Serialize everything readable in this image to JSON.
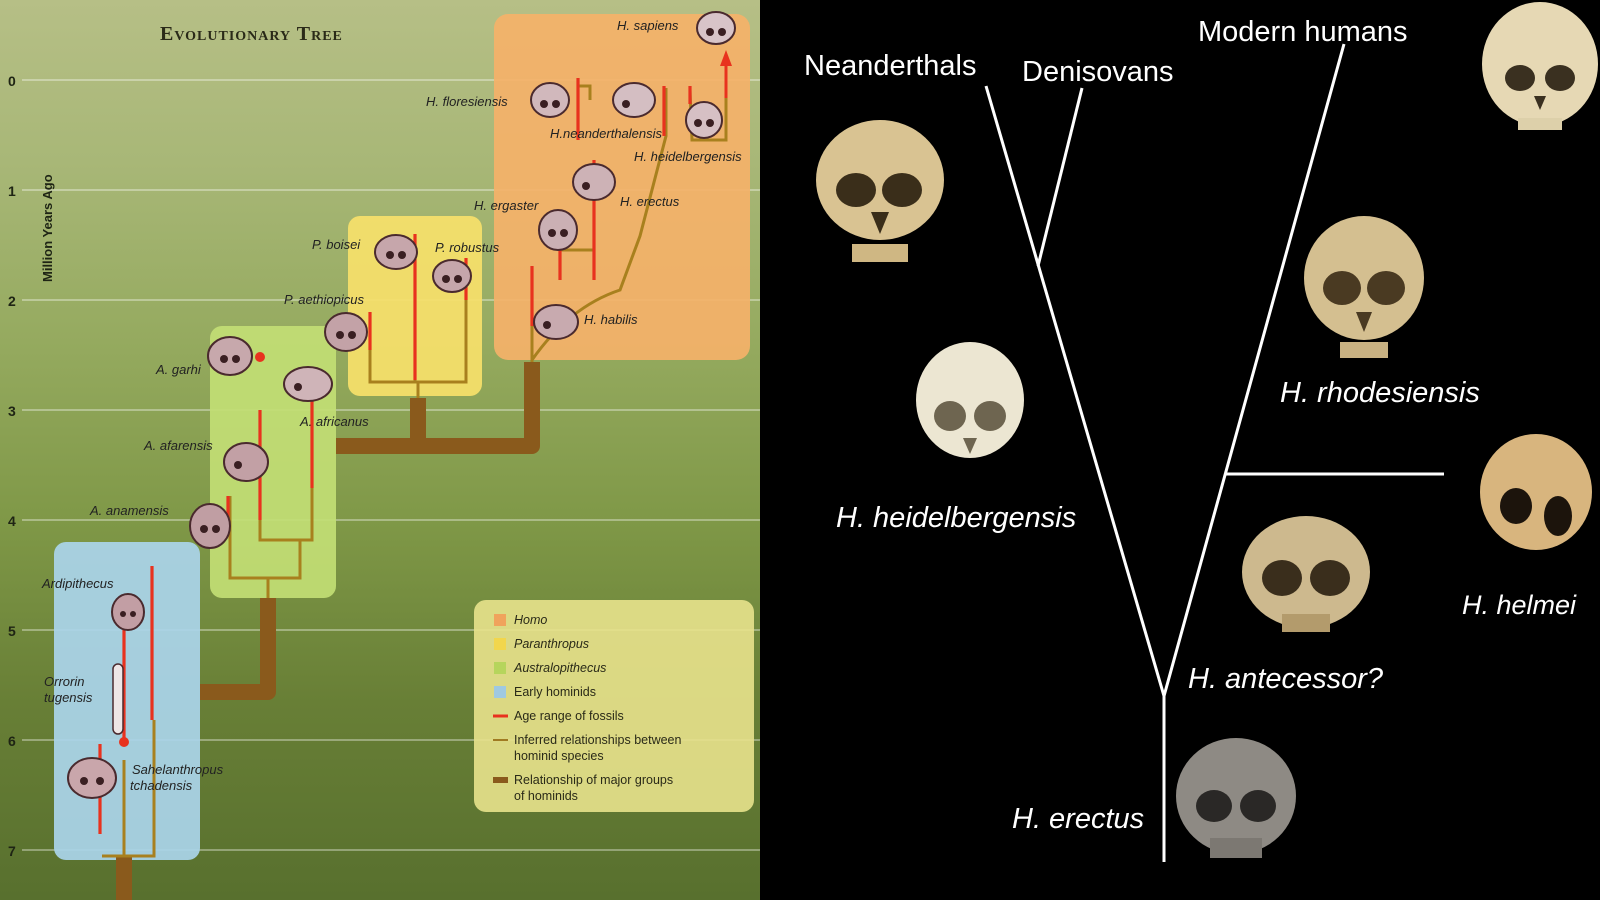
{
  "left_panel": {
    "title": "Evolutionary Tree",
    "y_axis_label": "Million Years Ago",
    "y_ticks": [
      "0",
      "1",
      "2",
      "3",
      "4",
      "5",
      "6",
      "7"
    ],
    "species": {
      "sapiens": "H. sapiens",
      "floresiensis": "H. floresiensis",
      "neanderthalensis": "H.neanderthalensis",
      "heidelbergensis": "H. heidelbergensis",
      "ergaster": "H. ergaster",
      "erectus": "H. erectus",
      "habilis": "H. habilis",
      "boisei": "P. boisei",
      "robustus": "P. robustus",
      "aethiopicus": "P. aethiopicus",
      "garhi": "A. garhi",
      "africanus": "A. africanus",
      "afarensis": "A. afarensis",
      "anamensis": "A. anamensis",
      "ardipithecus": "Ardipithecus",
      "orrorin_1": "Orrorin",
      "orrorin_2": "tugensis",
      "sahelanthropus_1": "Sahelanthropus",
      "sahelanthropus_2": "tchadensis"
    },
    "legend": [
      {
        "label": "Homo",
        "color": "#f0a35c",
        "kind": "swatch",
        "italic": true
      },
      {
        "label": "Paranthropus",
        "color": "#f2d64c",
        "kind": "swatch",
        "italic": true
      },
      {
        "label": "Australopithecus",
        "color": "#b6d55c",
        "kind": "swatch",
        "italic": true
      },
      {
        "label": "Early hominids",
        "color": "#9fc9e0",
        "kind": "swatch",
        "italic": false
      },
      {
        "label": "Age range of fossils",
        "color": "#e8321e",
        "kind": "line",
        "italic": false
      },
      {
        "label": "Inferred relationships between",
        "label2": "hominid species",
        "color": "#a07a22",
        "kind": "thin",
        "italic": false
      },
      {
        "label": "Relationship of major groups",
        "label2": "of hominids",
        "color": "#8a5a1c",
        "kind": "thick",
        "italic": false
      }
    ],
    "colors": {
      "homo": "#f2b06a",
      "paranthropus": "#f4df63",
      "australopithecus": "#bddc6c",
      "early": "#a9d3ea",
      "fossil_range": "#e8321e",
      "inferred": "#a8801e",
      "major": "#8a5a1c"
    }
  },
  "right_panel": {
    "labels": {
      "modern_humans": "Modern humans",
      "neanderthals": "Neanderthals",
      "denisovans": "Denisovans",
      "rhodesiensis": "H. rhodesiensis",
      "heidelbergensis": "H. heidelbergensis",
      "helmei": "H. helmei",
      "antecessor": "H. antecessor?",
      "erectus": "H. erectus"
    }
  }
}
